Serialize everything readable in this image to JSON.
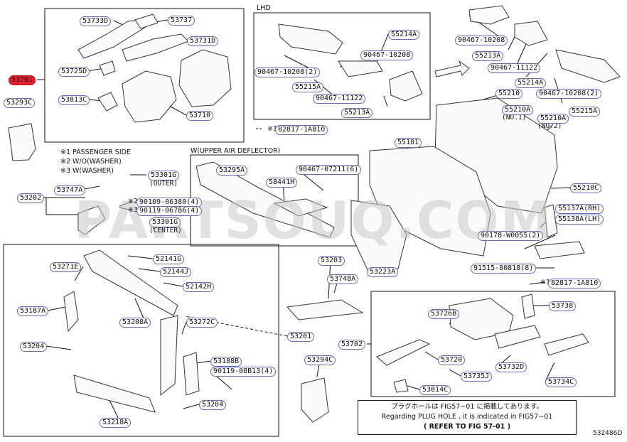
{
  "diagram": {
    "figure_code": "532486D",
    "group_labels": {
      "lhd": "LHD",
      "upper_air_deflector": "W(UPPER AIR DEFLECTOR)"
    },
    "footnotes": [
      "※1 PASSENGER SIDE",
      "※2 W/O(WASHER)",
      "※3 W(WASHER)"
    ],
    "qualifiers": {
      "outer": "(OUTER)",
      "center": "(CENTER)",
      "no1": "(NO.1)",
      "no2": "(NO.2)"
    },
    "callouts": [
      {
        "id": "53733D",
        "text": "53733D"
      },
      {
        "id": "53737",
        "text": "53737"
      },
      {
        "id": "53731D",
        "text": "53731D"
      },
      {
        "id": "53725D",
        "text": "53725D"
      },
      {
        "id": "53701",
        "text": "53701",
        "highlight": true
      },
      {
        "id": "53813C",
        "text": "53813C"
      },
      {
        "id": "53710",
        "text": "53710"
      },
      {
        "id": "53293C",
        "text": "53293C"
      },
      {
        "id": "90467-10208-2-a",
        "text": "90467-10208(2)"
      },
      {
        "id": "55215A-a",
        "text": "55215A"
      },
      {
        "id": "55214A-a",
        "text": "55214A"
      },
      {
        "id": "90467-10208-a",
        "text": "90467-10208"
      },
      {
        "id": "90467-11122-a",
        "text": "90467-11122"
      },
      {
        "id": "55213A-a",
        "text": "55213A"
      },
      {
        "id": "82817-1A810-a",
        "text": "82817-1A810",
        "prefix": "※1"
      },
      {
        "id": "90467-10208-b",
        "text": "90467-10208"
      },
      {
        "id": "55213A-b",
        "text": "55213A"
      },
      {
        "id": "90467-11122-b",
        "text": "90467-11122"
      },
      {
        "id": "55214A-b",
        "text": "55214A"
      },
      {
        "id": "55210",
        "text": "55210"
      },
      {
        "id": "90467-10208-2-b",
        "text": "90467-10208(2)"
      },
      {
        "id": "55215A-b",
        "text": "55215A"
      },
      {
        "id": "55210A-1",
        "text": "55210A"
      },
      {
        "id": "55210A-2",
        "text": "55210A"
      },
      {
        "id": "55101",
        "text": "55101"
      },
      {
        "id": "53747A",
        "text": "53747A"
      },
      {
        "id": "53301G-outer",
        "text": "53301G"
      },
      {
        "id": "53202",
        "text": "53202"
      },
      {
        "id": "90109-06380",
        "text": "90109-06380(4)",
        "prefix": "※2"
      },
      {
        "id": "90119-06786",
        "text": "90119-06786(4)",
        "prefix": "※3"
      },
      {
        "id": "53301G-center",
        "text": "53301G"
      },
      {
        "id": "53295A",
        "text": "53295A"
      },
      {
        "id": "90467-07211",
        "text": "90467-07211(6)"
      },
      {
        "id": "58441H",
        "text": "58441H"
      },
      {
        "id": "55210C",
        "text": "55210C"
      },
      {
        "id": "55137A",
        "text": "55137A(RH)"
      },
      {
        "id": "55138A",
        "text": "55138A(LH)"
      },
      {
        "id": "90178-W0055",
        "text": "90178-W0055(2)"
      },
      {
        "id": "91515-80818",
        "text": "91515-80818(8)"
      },
      {
        "id": "82817-1A810-b",
        "text": "82817-1A810",
        "prefix": "※1"
      },
      {
        "id": "53223A",
        "text": "53223A"
      },
      {
        "id": "52141G",
        "text": "52141G"
      },
      {
        "id": "52144J",
        "text": "52144J"
      },
      {
        "id": "52142H",
        "text": "52142H"
      },
      {
        "id": "53271E",
        "text": "53271E"
      },
      {
        "id": "53187A",
        "text": "53187A"
      },
      {
        "id": "53208A",
        "text": "53208A"
      },
      {
        "id": "53203",
        "text": "53203"
      },
      {
        "id": "53748A",
        "text": "53748A"
      },
      {
        "id": "53272C",
        "text": "53272C"
      },
      {
        "id": "53201",
        "text": "53201"
      },
      {
        "id": "53204-a",
        "text": "53204"
      },
      {
        "id": "53188B",
        "text": "53188B"
      },
      {
        "id": "90119-08B13",
        "text": "90119-08B13(4)"
      },
      {
        "id": "53204-b",
        "text": "53204"
      },
      {
        "id": "53218A",
        "text": "53218A"
      },
      {
        "id": "53294C",
        "text": "53294C"
      },
      {
        "id": "53702",
        "text": "53702"
      },
      {
        "id": "53738",
        "text": "53738"
      },
      {
        "id": "53726B",
        "text": "53726B"
      },
      {
        "id": "53720",
        "text": "53720"
      },
      {
        "id": "53735J",
        "text": "53735J"
      },
      {
        "id": "53732D",
        "text": "53732D"
      },
      {
        "id": "53734C",
        "text": "53734C"
      },
      {
        "id": "53814C",
        "text": "53814C"
      }
    ],
    "note": {
      "line1": "プラグホールは FIG57−01 に掲載してあります。",
      "line2": "Regarding PLUG HOLE , it is indicated in FIG57−01",
      "line3": "(  REFER TO FIG 57-01  )"
    },
    "watermark": "PARTSOUQ.COM",
    "colors": {
      "callout_border": "#6a6ab8",
      "highlight": "#e8202a",
      "line": "#111111"
    }
  }
}
